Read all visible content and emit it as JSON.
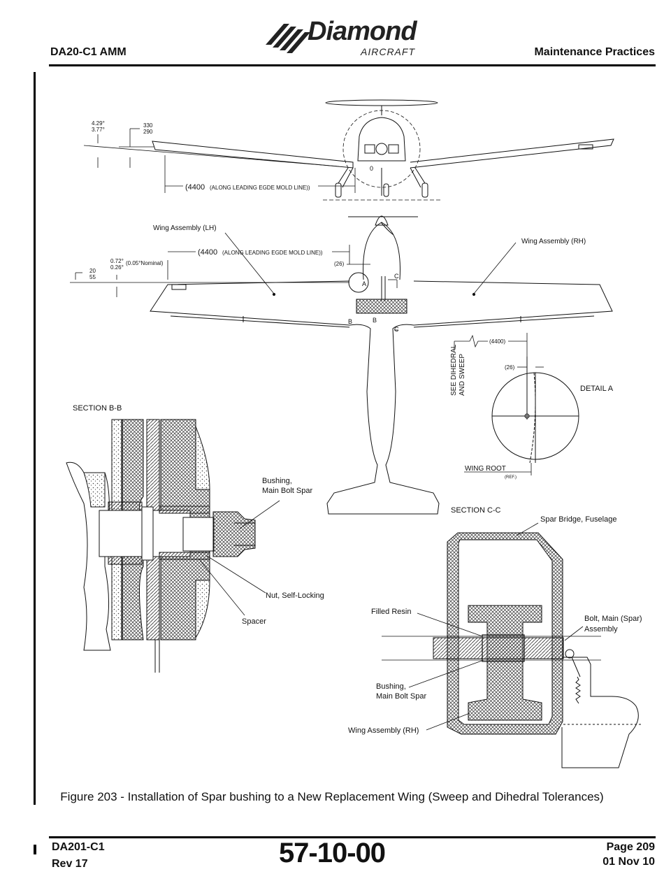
{
  "header": {
    "doc_id": "DA20-C1 AMM",
    "section": "Maintenance Practices",
    "logo_name": "Diamond",
    "logo_sub": "AIRCRAFT"
  },
  "figure": {
    "caption": "Figure 203 - Installation of Spar bushing to a New Replacement Wing (Sweep and Dihedral Tolerances)",
    "front_view": {
      "dihedral_deg": "4.29°\n3.77°",
      "dihedral_deg_top": "4.29°",
      "dihedral_deg_bot": "3.77°",
      "dihedral_mm_top": "330",
      "dihedral_mm_bot": "290",
      "span_label": "(4400",
      "span_note": "(ALONG LEADING EGDE MOLD LINE))",
      "zero_mark": "0"
    },
    "top_view": {
      "wing_lh": "Wing Assembly (LH)",
      "wing_rh": "Wing Assembly (RH)",
      "span_label": "(4400",
      "span_note": "(ALONG LEADING EGDE MOLD LINE))",
      "sweep_deg_top": "0.72°",
      "sweep_deg_bot": "0.26°",
      "sweep_nominal": "(0.05°Nominal)",
      "sweep_mm_top": "20",
      "sweep_mm_bot": "55",
      "offset_26": "(26)",
      "marker_a": "A",
      "marker_b": "B",
      "marker_c": "C"
    },
    "detail_a": {
      "title": "DETAIL A",
      "dim_4400": "(4400)",
      "dim_26": "(26)",
      "see_dihedral_1": "SEE DIHEDRAL",
      "see_dihedral_2": "AND SWEEP",
      "wing_root": "WING ROOT",
      "ref": "(REF.)"
    },
    "section_bb": {
      "title": "SECTION B-B",
      "bushing_1": "Bushing,",
      "bushing_2": "Main Bolt Spar",
      "nut": "Nut, Self-Locking",
      "spacer": "Spacer"
    },
    "section_cc": {
      "title": "SECTION C-C",
      "spar_bridge": "Spar Bridge, Fuselage",
      "filled_resin": "Filled Resin",
      "bolt_1": "Bolt, Main (Spar)",
      "bolt_2": "Assembly",
      "bushing_1": "Bushing,",
      "bushing_2": "Main Bolt Spar",
      "wing_rh": "Wing Assembly (RH)"
    }
  },
  "footer": {
    "model": "DA201-C1",
    "rev": "Rev 17",
    "ata": "57-10-00",
    "page": "Page 209",
    "date": "01 Nov 10"
  }
}
